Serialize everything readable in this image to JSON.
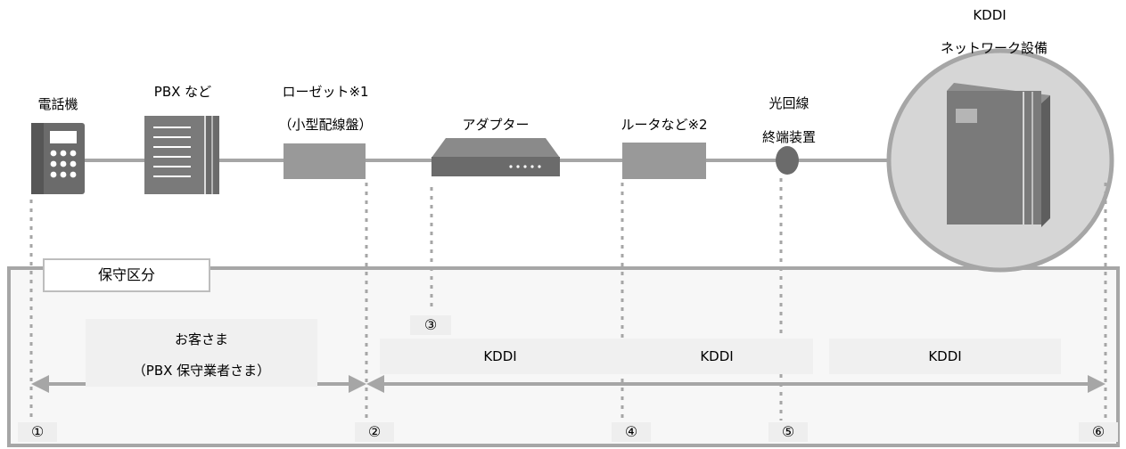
{
  "devices": {
    "phone": "電話機",
    "pbx": "PBX など",
    "rosette_line1": "ローゼット※1",
    "rosette_line2": "（小型配線盤）",
    "adapter": "アダプター",
    "router": "ルータなど※2",
    "onu_line1": "光回線",
    "onu_line2": "終端装置",
    "kddi_line1": "KDDI",
    "kddi_line2": "ネットワーク設備"
  },
  "section_title": "保守区分",
  "segments": {
    "customer_line1": "お客さま",
    "customer_line2": "（PBX 保守業者さま）",
    "kddi_1": "KDDI",
    "kddi_2": "KDDI",
    "kddi_3": "KDDI"
  },
  "points": [
    "①",
    "②",
    "③",
    "④",
    "⑤",
    "⑥"
  ],
  "colors": {
    "line": "#a6a6a6",
    "device_dark": "#6b6b6b",
    "panel_border": "#a6a6a6",
    "panel_fill": "#f7f7f7"
  }
}
